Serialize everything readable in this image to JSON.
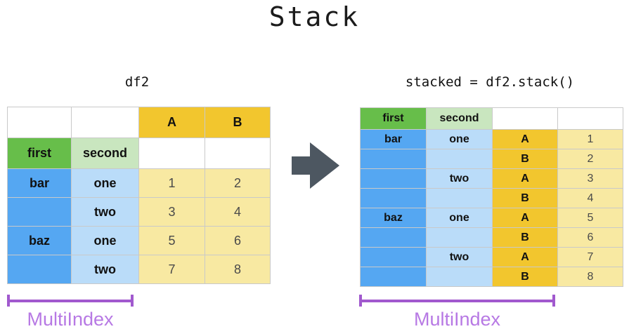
{
  "title": "Stack",
  "palette": {
    "white": "#FFFFFF",
    "green": "#67BE4A",
    "light_green": "#C9E6BF",
    "blue": "#55A7F2",
    "light_blue": "#BADCF9",
    "gold": "#F2C62E",
    "light_yellow": "#F8E9A2",
    "arrow": "#4D5761",
    "bracket": "#A159CE",
    "multiindex_text": "#B779E4",
    "grid_line": "#C9C9C9",
    "value_text": "#4A4A4A"
  },
  "left_panel": {
    "label": "df2",
    "multiindex_label": "MultiIndex",
    "table": {
      "columns": [
        "first",
        "second",
        "A",
        "B"
      ],
      "rows": [
        {
          "cells": [
            {
              "t": "",
              "bg": "white"
            },
            {
              "t": "",
              "bg": "white"
            },
            {
              "t": "A",
              "bg": "gold",
              "k": "h"
            },
            {
              "t": "B",
              "bg": "gold",
              "k": "h"
            }
          ]
        },
        {
          "cells": [
            {
              "t": "first",
              "bg": "green",
              "k": "h"
            },
            {
              "t": "second",
              "bg": "light_green",
              "k": "h"
            },
            {
              "t": "",
              "bg": "white"
            },
            {
              "t": "",
              "bg": "white"
            }
          ]
        },
        {
          "cells": [
            {
              "t": "bar",
              "bg": "blue",
              "k": "h"
            },
            {
              "t": "one",
              "bg": "light_blue",
              "k": "h"
            },
            {
              "t": "1",
              "bg": "light_yellow",
              "k": "v"
            },
            {
              "t": "2",
              "bg": "light_yellow",
              "k": "v"
            }
          ]
        },
        {
          "cells": [
            {
              "t": "",
              "bg": "blue"
            },
            {
              "t": "two",
              "bg": "light_blue",
              "k": "h"
            },
            {
              "t": "3",
              "bg": "light_yellow",
              "k": "v"
            },
            {
              "t": "4",
              "bg": "light_yellow",
              "k": "v"
            }
          ]
        },
        {
          "cells": [
            {
              "t": "baz",
              "bg": "blue",
              "k": "h"
            },
            {
              "t": "one",
              "bg": "light_blue",
              "k": "h"
            },
            {
              "t": "5",
              "bg": "light_yellow",
              "k": "v"
            },
            {
              "t": "6",
              "bg": "light_yellow",
              "k": "v"
            }
          ]
        },
        {
          "cells": [
            {
              "t": "",
              "bg": "blue"
            },
            {
              "t": "two",
              "bg": "light_blue",
              "k": "h"
            },
            {
              "t": "7",
              "bg": "light_yellow",
              "k": "v"
            },
            {
              "t": "8",
              "bg": "light_yellow",
              "k": "v"
            }
          ]
        }
      ]
    }
  },
  "right_panel": {
    "label": "stacked = df2.stack()",
    "multiindex_label": "MultiIndex",
    "table": {
      "columns": [
        "first",
        "second",
        "",
        ""
      ],
      "rows": [
        {
          "cells": [
            {
              "t": "first",
              "bg": "green",
              "k": "h"
            },
            {
              "t": "second",
              "bg": "light_green",
              "k": "h"
            },
            {
              "t": "",
              "bg": "white"
            },
            {
              "t": "",
              "bg": "white"
            }
          ]
        },
        {
          "cells": [
            {
              "t": "bar",
              "bg": "blue",
              "k": "h"
            },
            {
              "t": "one",
              "bg": "light_blue",
              "k": "h"
            },
            {
              "t": "A",
              "bg": "gold",
              "k": "h"
            },
            {
              "t": "1",
              "bg": "light_yellow",
              "k": "v"
            }
          ]
        },
        {
          "cells": [
            {
              "t": "",
              "bg": "blue"
            },
            {
              "t": "",
              "bg": "light_blue"
            },
            {
              "t": "B",
              "bg": "gold",
              "k": "h"
            },
            {
              "t": "2",
              "bg": "light_yellow",
              "k": "v"
            }
          ]
        },
        {
          "cells": [
            {
              "t": "",
              "bg": "blue"
            },
            {
              "t": "two",
              "bg": "light_blue",
              "k": "h"
            },
            {
              "t": "A",
              "bg": "gold",
              "k": "h"
            },
            {
              "t": "3",
              "bg": "light_yellow",
              "k": "v"
            }
          ]
        },
        {
          "cells": [
            {
              "t": "",
              "bg": "blue"
            },
            {
              "t": "",
              "bg": "light_blue"
            },
            {
              "t": "B",
              "bg": "gold",
              "k": "h"
            },
            {
              "t": "4",
              "bg": "light_yellow",
              "k": "v"
            }
          ]
        },
        {
          "cells": [
            {
              "t": "baz",
              "bg": "blue",
              "k": "h"
            },
            {
              "t": "one",
              "bg": "light_blue",
              "k": "h"
            },
            {
              "t": "A",
              "bg": "gold",
              "k": "h"
            },
            {
              "t": "5",
              "bg": "light_yellow",
              "k": "v"
            }
          ]
        },
        {
          "cells": [
            {
              "t": "",
              "bg": "blue"
            },
            {
              "t": "",
              "bg": "light_blue"
            },
            {
              "t": "B",
              "bg": "gold",
              "k": "h"
            },
            {
              "t": "6",
              "bg": "light_yellow",
              "k": "v"
            }
          ]
        },
        {
          "cells": [
            {
              "t": "",
              "bg": "blue"
            },
            {
              "t": "two",
              "bg": "light_blue",
              "k": "h"
            },
            {
              "t": "A",
              "bg": "gold",
              "k": "h"
            },
            {
              "t": "7",
              "bg": "light_yellow",
              "k": "v"
            }
          ]
        },
        {
          "cells": [
            {
              "t": "",
              "bg": "blue"
            },
            {
              "t": "",
              "bg": "light_blue"
            },
            {
              "t": "B",
              "bg": "gold",
              "k": "h"
            },
            {
              "t": "8",
              "bg": "light_yellow",
              "k": "v"
            }
          ]
        }
      ]
    }
  }
}
